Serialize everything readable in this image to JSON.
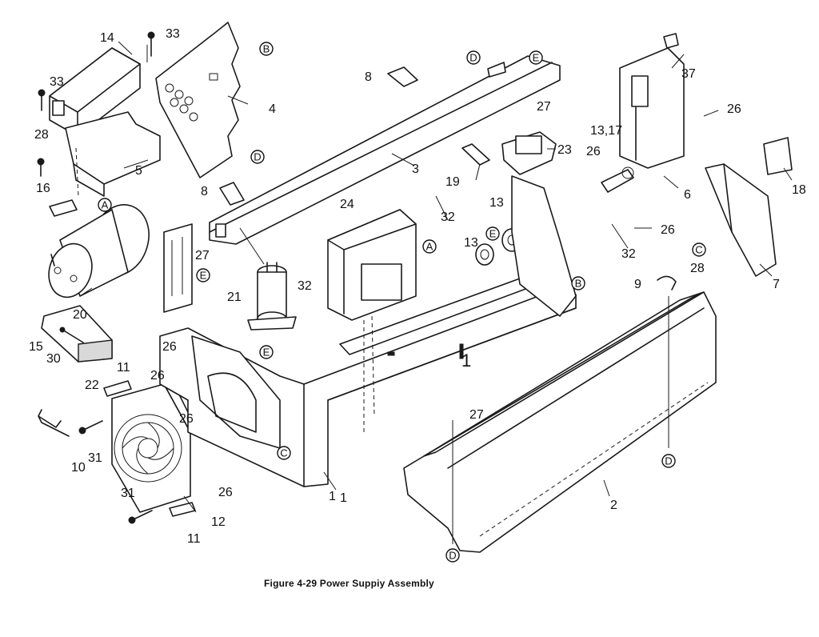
{
  "caption": "Figure 4-29  Power Suppiy Assembly",
  "part_labels": {
    "p1a": "1",
    "p1b": "1",
    "p1c": "1",
    "p2": "2",
    "p3": "3",
    "p4": "4",
    "p5": "5",
    "p6": "6",
    "p7": "7",
    "p8a": "8",
    "p8b": "8",
    "p9": "9",
    "p10": "10",
    "p11a": "11",
    "p11b": "11",
    "p12": "12",
    "p13a": "13",
    "p13b": "13",
    "p1317": "13,17",
    "p14": "14",
    "p15": "15",
    "p16": "16",
    "p18": "18",
    "p19": "19",
    "p20": "20",
    "p21": "21",
    "p22": "22",
    "p23": "23",
    "p24": "24",
    "p26a": "26",
    "p26b": "26",
    "p26c": "26",
    "p26d": "26",
    "p26e": "26",
    "p26f": "26",
    "p27a": "27",
    "p27b": "27",
    "p27c": "27",
    "p28a": "28",
    "p28b": "28",
    "p30": "30",
    "p31a": "31",
    "p31b": "31",
    "p32a": "32",
    "p32b": "32",
    "p32c": "32",
    "p33a": "33",
    "p33b": "33",
    "p37": "37"
  },
  "callouts": {
    "A1": "A",
    "A2": "A",
    "B1": "B",
    "B2": "B",
    "C1": "C",
    "C2": "C",
    "D1": "D",
    "D2": "D",
    "D3": "D",
    "D4": "D",
    "E1": "E",
    "E2": "E",
    "E3": "E",
    "E4": "E"
  }
}
